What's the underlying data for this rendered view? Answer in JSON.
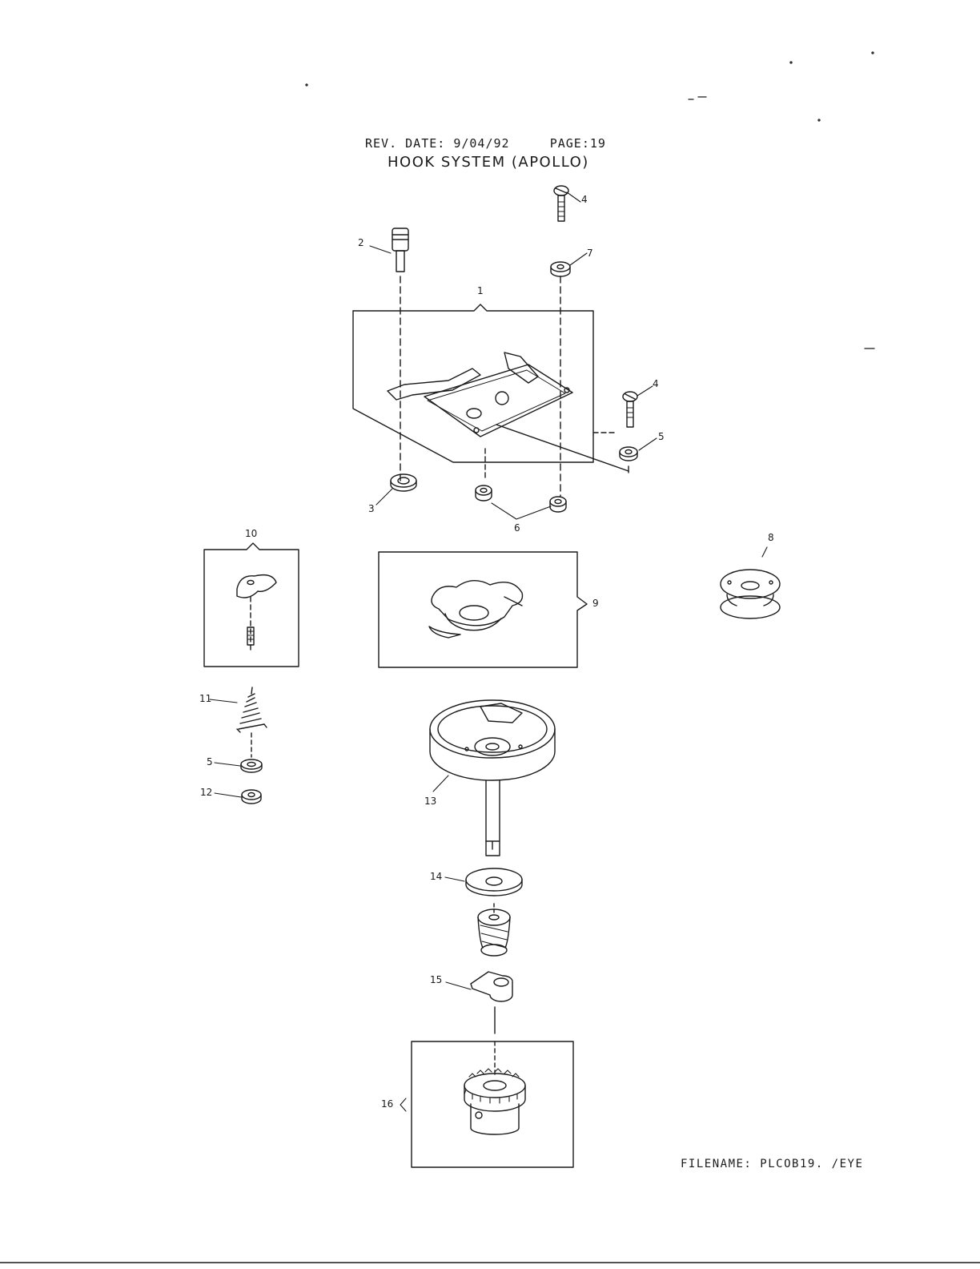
{
  "header": {
    "rev_label": "REV. DATE:",
    "rev_date": "9/04/92",
    "page_label": "PAGE:",
    "page_number": "19",
    "title": "HOOK SYSTEM (APOLLO)"
  },
  "footer": {
    "filename_label": "FILENAME:",
    "filename": "PLCOB19. /EYE"
  },
  "callouts": {
    "p1": "1",
    "p2": "2",
    "p3": "3",
    "p4a": "4",
    "p4b": "4",
    "p5a": "5",
    "p5b": "5",
    "p6": "6",
    "p7": "7",
    "p8": "8",
    "p9": "9",
    "p10": "10",
    "p11": "11",
    "p12": "12",
    "p13": "13",
    "p14": "14",
    "p15": "15",
    "p16": "16"
  },
  "colors": {
    "ink": "#1a1a1a",
    "paper": "#ffffff"
  }
}
